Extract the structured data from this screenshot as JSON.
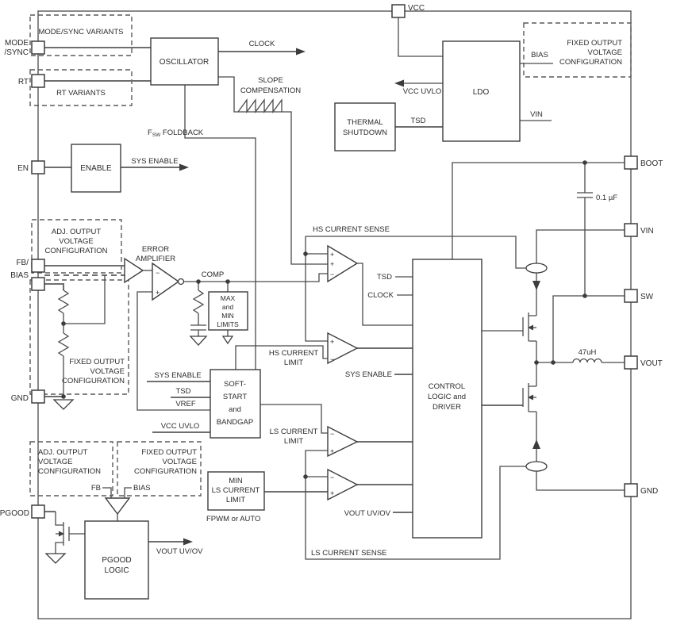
{
  "diagram": {
    "pins": {
      "vcc": "VCC",
      "mode1": "MODE",
      "mode2": "/SYNC",
      "rt": "RT",
      "en": "EN",
      "fb1": "FB/",
      "fb2": "BIAS",
      "gnd_left": "GND",
      "pgood": "PGOOD",
      "boot": "BOOT",
      "vin": "VIN",
      "sw": "SW",
      "vout": "VOUT",
      "gnd_right": "GND"
    },
    "blocks": {
      "oscillator": "OSCILLATOR",
      "enable": "ENABLE",
      "thermal1": "THERMAL",
      "thermal2": "SHUTDOWN",
      "ldo": "LDO",
      "maxmin1": "MAX",
      "maxmin2": "and",
      "maxmin3": "MIN",
      "maxmin4": "LIMITS",
      "soft1": "SOFT-",
      "soft2": "START",
      "soft3": "and",
      "soft4": "BANDGAP",
      "minls1": "MIN",
      "minls2": "LS CURRENT",
      "minls3": "LIMIT",
      "pgood1": "PGOOD",
      "pgood2": "LOGIC",
      "ctrl1": "CONTROL",
      "ctrl2": "LOGIC and",
      "ctrl3": "DRIVER"
    },
    "dashed": {
      "mode_sync": "MODE/SYNC VARIANTS",
      "rt": "RT VARIANTS",
      "adj1": "ADJ. OUTPUT",
      "adj2": "VOLTAGE",
      "adj3": "CONFIGURATION",
      "fixed1": "FIXED OUTPUT",
      "fixed2": "VOLTAGE",
      "fixed3": "CONFIGURATION"
    },
    "signals": {
      "clock": "CLOCK",
      "slope1": "SLOPE",
      "slope2": "COMPENSATION",
      "fsw_f": "F",
      "fsw_sub": "SW",
      "fsw_rest": " FOLDBACK",
      "sys_enable": "SYS ENABLE",
      "vcc_uvlo": "VCC UVLO",
      "tsd": "TSD",
      "vin": "VIN",
      "bias": "BIAS",
      "err1": "ERROR",
      "err2": "AMPLIFIER",
      "comp": "COMP",
      "hs_sense": "HS CURRENT SENSE",
      "hs_lim1": "HS CURRENT",
      "hs_lim2": "LIMIT",
      "ls_lim1": "LS CURRENT",
      "ls_lim2": "LIMIT",
      "ls_sense": "LS CURRENT SENSE",
      "vref": "VREF",
      "vout_uvov": "VOUT UV/OV",
      "fpwm": "FPWM or AUTO",
      "fb": "FB"
    },
    "components": {
      "boot_cap": "0.1 µF",
      "inductor": "47uH"
    },
    "marks": {
      "plus": "+",
      "minus": "−"
    }
  }
}
